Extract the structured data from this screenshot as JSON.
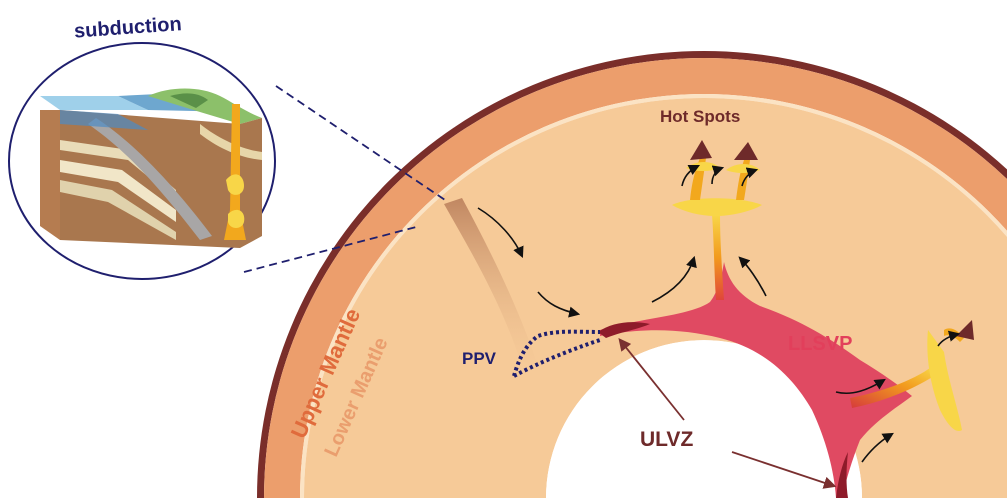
{
  "labels": {
    "subduction": "subduction",
    "hot_spots": "Hot Spots",
    "upper_mantle": "Upper Mantle",
    "lower_mantle": "Lower Mantle",
    "ppv": "PPV",
    "llsvp": "LLSVP",
    "ulvz": "ULVZ"
  },
  "colors": {
    "crust": "#7a2e2a",
    "upper_mantle": "#ec9e6c",
    "lower_mantle": "#f6ca98",
    "llsvp": "#e04a62",
    "ulvz": "#a01f2e",
    "plume": "#f2a81d",
    "plume_light": "#f8d648",
    "label_dark_red": "#6e2a2a",
    "label_llsvp": "#e23f5b",
    "label_ppv": "#1f1f6e",
    "label_subduction": "#1f1f6e",
    "slab": "#c98a63"
  }
}
